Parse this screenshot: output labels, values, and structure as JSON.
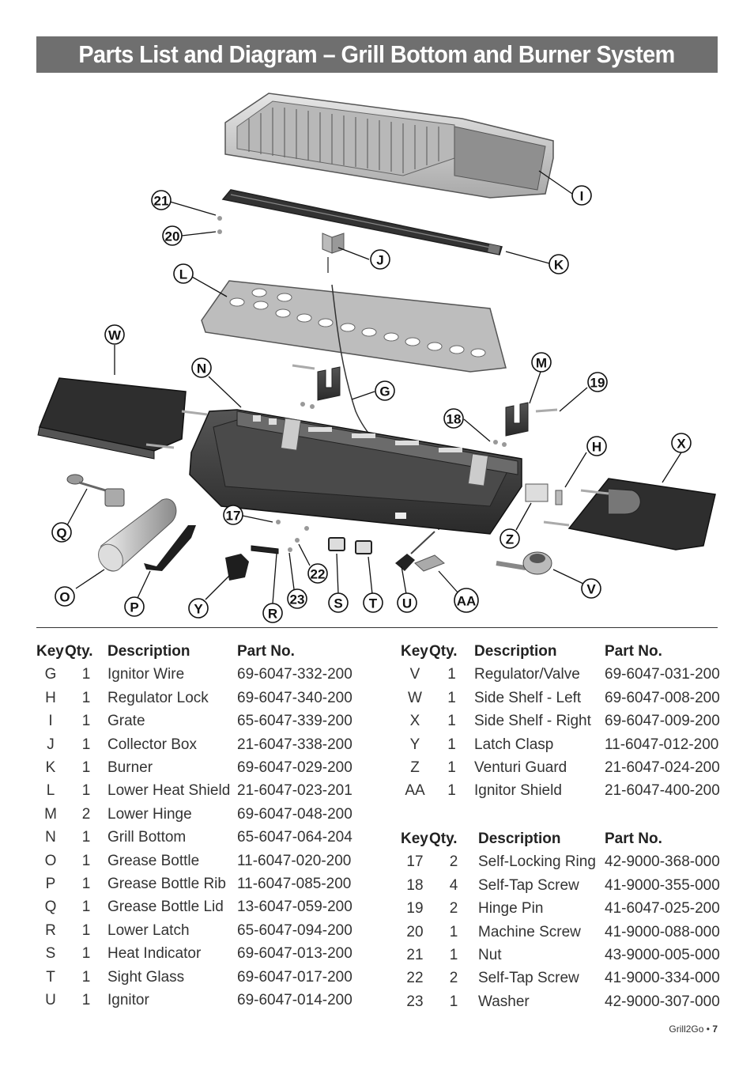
{
  "title": "Parts List and Diagram – Grill Bottom and Burner System",
  "diagram": {
    "callouts": [
      "21",
      "20",
      "L",
      "J",
      "K",
      "I",
      "W",
      "N",
      "G",
      "M",
      "19",
      "18",
      "H",
      "X",
      "Q",
      "17",
      "Z",
      "O",
      "P",
      "Y",
      "R",
      "22",
      "23",
      "S",
      "T",
      "U",
      "AA",
      "V"
    ]
  },
  "table_left": {
    "headers": {
      "key": "Key",
      "qty": "Qty.",
      "description": "Description",
      "part_no": "Part No."
    },
    "rows": [
      {
        "key": "G",
        "qty": "1",
        "description": "Ignitor Wire",
        "part_no": "69-6047-332-200"
      },
      {
        "key": "H",
        "qty": "1",
        "description": "Regulator Lock",
        "part_no": "69-6047-340-200"
      },
      {
        "key": "I",
        "qty": "1",
        "description": "Grate",
        "part_no": "65-6047-339-200"
      },
      {
        "key": "J",
        "qty": "1",
        "description": "Collector Box",
        "part_no": "21-6047-338-200"
      },
      {
        "key": "K",
        "qty": "1",
        "description": "Burner",
        "part_no": "69-6047-029-200"
      },
      {
        "key": "L",
        "qty": "1",
        "description": "Lower Heat Shield",
        "part_no": "21-6047-023-201"
      },
      {
        "key": "M",
        "qty": "2",
        "description": "Lower Hinge",
        "part_no": "69-6047-048-200"
      },
      {
        "key": "N",
        "qty": "1",
        "description": "Grill Bottom",
        "part_no": "65-6047-064-204"
      },
      {
        "key": "O",
        "qty": "1",
        "description": "Grease Bottle",
        "part_no": "11-6047-020-200"
      },
      {
        "key": "P",
        "qty": "1",
        "description": "Grease Bottle Rib",
        "part_no": "11-6047-085-200"
      },
      {
        "key": "Q",
        "qty": "1",
        "description": "Grease Bottle Lid",
        "part_no": "13-6047-059-200"
      },
      {
        "key": "R",
        "qty": "1",
        "description": "Lower Latch",
        "part_no": "65-6047-094-200"
      },
      {
        "key": "S",
        "qty": "1",
        "description": "Heat Indicator",
        "part_no": "69-6047-013-200"
      },
      {
        "key": "T",
        "qty": "1",
        "description": "Sight Glass",
        "part_no": "69-6047-017-200"
      },
      {
        "key": "U",
        "qty": "1",
        "description": "Ignitor",
        "part_no": "69-6047-014-200"
      }
    ]
  },
  "table_right_top": {
    "headers": {
      "key": "Key",
      "qty": "Qty.",
      "description": "Description",
      "part_no": "Part No."
    },
    "rows": [
      {
        "key": "V",
        "qty": "1",
        "description": "Regulator/Valve",
        "part_no": "69-6047-031-200"
      },
      {
        "key": "W",
        "qty": "1",
        "description": "Side Shelf - Left",
        "part_no": "69-6047-008-200"
      },
      {
        "key": "X",
        "qty": "1",
        "description": "Side Shelf - Right",
        "part_no": "69-6047-009-200"
      },
      {
        "key": "Y",
        "qty": "1",
        "description": "Latch Clasp",
        "part_no": "11-6047-012-200"
      },
      {
        "key": "Z",
        "qty": "1",
        "description": "Venturi Guard",
        "part_no": "21-6047-024-200"
      },
      {
        "key": "AA",
        "qty": "1",
        "description": "Ignitor Shield",
        "part_no": "21-6047-400-200"
      }
    ]
  },
  "table_right_bottom": {
    "headers": {
      "key": "Key",
      "qty": "Qty.",
      "description": "Description",
      "part_no": "Part No."
    },
    "rows": [
      {
        "key": "17",
        "qty": "2",
        "description": "Self-Locking Ring",
        "part_no": "42-9000-368-000"
      },
      {
        "key": "18",
        "qty": "4",
        "description": "Self-Tap Screw",
        "part_no": "41-9000-355-000"
      },
      {
        "key": "19",
        "qty": "2",
        "description": "Hinge Pin",
        "part_no": "41-6047-025-200"
      },
      {
        "key": "20",
        "qty": "1",
        "description": "Machine Screw",
        "part_no": "41-9000-088-000"
      },
      {
        "key": "21",
        "qty": "1",
        "description": "Nut",
        "part_no": "43-9000-005-000"
      },
      {
        "key": "22",
        "qty": "2",
        "description": "Self-Tap Screw",
        "part_no": "41-9000-334-000"
      },
      {
        "key": "23",
        "qty": "1",
        "description": "Washer",
        "part_no": "42-9000-307-000"
      }
    ]
  },
  "footer": {
    "brand": "Grill2Go •",
    "page": "7"
  },
  "colors": {
    "title_bar": "#6f6f6f",
    "part_dark": "#3a3a3a",
    "part_mid": "#9a9a9a",
    "part_light": "#d0d0d0"
  }
}
